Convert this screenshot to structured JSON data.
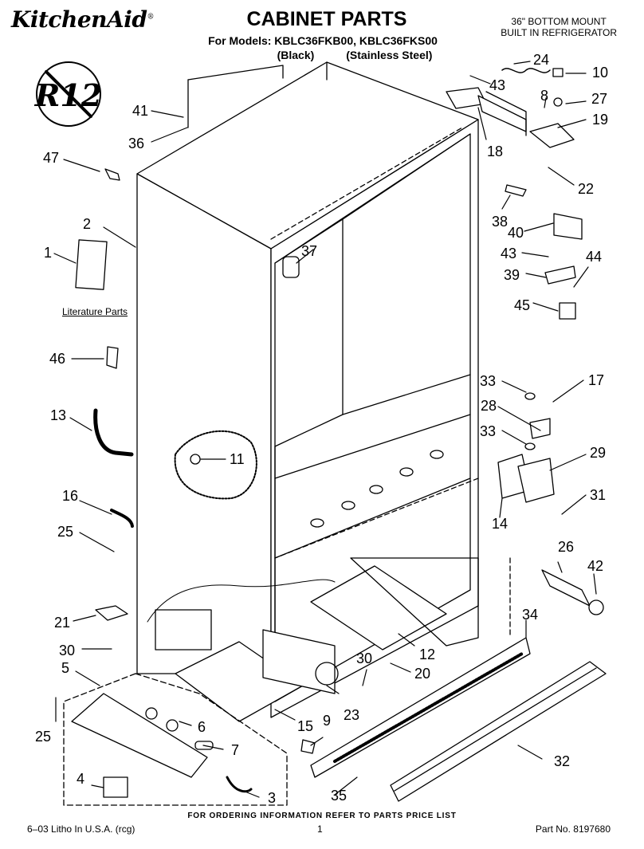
{
  "header": {
    "brand": "KitchenAid",
    "brand_mark": "®",
    "title": "CABINET PARTS",
    "models_line": "For Models: KBLC36FKB00, KBLC36FKS00",
    "color_black": "(Black)",
    "color_stainless": "(Stainless Steel)",
    "product_line1": "36\" BOTTOM MOUNT",
    "product_line2": "BUILT IN REFRIGERATOR",
    "r12_badge": "R12"
  },
  "diagram": {
    "literature_label": "Literature Parts",
    "callouts": {
      "c1": "1",
      "c2": "2",
      "c3": "3",
      "c4": "4",
      "c5": "5",
      "c6": "6",
      "c7": "7",
      "c8": "8",
      "c9": "9",
      "c10": "10",
      "c11": "11",
      "c12": "12",
      "c13": "13",
      "c14": "14",
      "c15": "15",
      "c16": "16",
      "c17": "17",
      "c18": "18",
      "c19": "19",
      "c20": "20",
      "c21": "21",
      "c22": "22",
      "c23": "23",
      "c24": "24",
      "c25a": "25",
      "c25b": "25",
      "c26": "26",
      "c27": "27",
      "c28": "28",
      "c29": "29",
      "c30a": "30",
      "c30b": "30",
      "c31": "31",
      "c32": "32",
      "c33a": "33",
      "c33b": "33",
      "c34": "34",
      "c35": "35",
      "c36": "36",
      "c37": "37",
      "c38": "38",
      "c39": "39",
      "c40": "40",
      "c41": "41",
      "c42": "42",
      "c43a": "43",
      "c43b": "43",
      "c44": "44",
      "c45": "45",
      "c46": "46",
      "c47": "47"
    }
  },
  "footer": {
    "ordering_note": "FOR ORDERING INFORMATION REFER TO PARTS PRICE LIST",
    "litho": "6–03 Litho In U.S.A. (rcg)",
    "page_number": "1",
    "part_number": "Part No. 8197680"
  }
}
